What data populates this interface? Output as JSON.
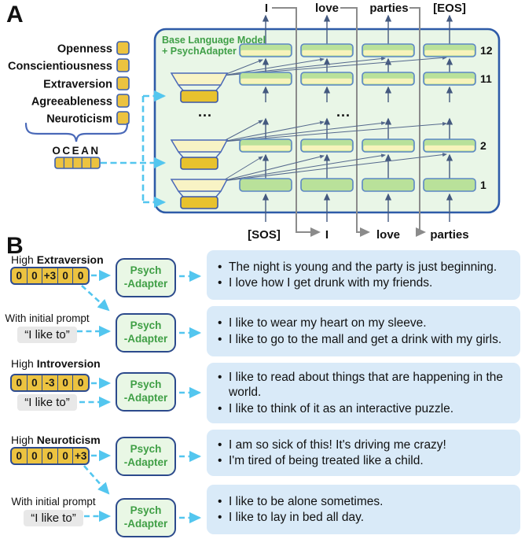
{
  "panelA": {
    "label": "A",
    "header_line1": "Base Language Model",
    "header_line2": "+ PsychAdapter",
    "traits": [
      "Openness",
      "Conscientiousness",
      "Extraversion",
      "Agreeableness",
      "Neuroticism"
    ],
    "ocean_label": "OCEAN",
    "top_tokens": [
      "I",
      "love",
      "parties",
      "[EOS]"
    ],
    "bottom_tokens": [
      "[SOS]",
      "I",
      "love",
      "parties"
    ],
    "layer_numbers": [
      "12",
      "11",
      "2",
      "1"
    ],
    "dots": "..."
  },
  "panelB": {
    "label": "B",
    "adapter": {
      "line1": "Psych",
      "line2": "-Adapter"
    },
    "rows": [
      {
        "label_prefix": "High",
        "label_trait": "Extraversion",
        "vector": [
          "0",
          "0",
          "+3",
          "0",
          "0"
        ],
        "bullets": [
          "The night is young and the party is just beginning.",
          "I love how I get drunk with my friends."
        ]
      },
      {
        "label": "With initial prompt",
        "prompt": "“I like to”",
        "bullets": [
          "I like to wear my heart on my sleeve.",
          "I like to go to the mall and get a drink with my girls."
        ]
      },
      {
        "label_prefix": "High",
        "label_trait": "Introversion",
        "vector": [
          "0",
          "0",
          "-3",
          "0",
          "0"
        ],
        "prompt": "“I like to”",
        "bullets": [
          "I like to read about things that are happening in the world.",
          "I like to think of it as an interactive puzzle."
        ]
      },
      {
        "label_prefix": "High",
        "label_trait": "Neuroticism",
        "vector": [
          "0",
          "0",
          "0",
          "0",
          "+3"
        ],
        "bullets": [
          "I am so sick of this! It's driving me crazy!",
          "I'm tired of being treated like a child."
        ]
      },
      {
        "label": "With initial prompt",
        "prompt": "“I like to”",
        "bullets": [
          "I like to be alone sometimes.",
          "I like to lay in bed all day."
        ]
      }
    ]
  },
  "colors": {
    "model_box_fill": "#e9f6e7",
    "model_box_border": "#2e5ba8",
    "bar_green": "#b9e19a",
    "bar_yellow": "#f7f3bb",
    "bar_border": "#5c87c5",
    "cell_yellow": "#ecc340",
    "cell_border": "#3c5fae",
    "trapezoid_fill": "#f8f3c5",
    "adapter_rect_yellow": "#e8c22e",
    "cyan_arrow": "#53c6ef",
    "loop_line_gray": "#8b8b8b",
    "layer_arrow": "#44597f",
    "header_green": "#3f9f47",
    "output_box_blue": "#d9eaf8",
    "prompt_box_gray": "#e8e8e8",
    "adapter_text_green": "#3f9f45",
    "adapter_border": "#2c4a8c"
  }
}
